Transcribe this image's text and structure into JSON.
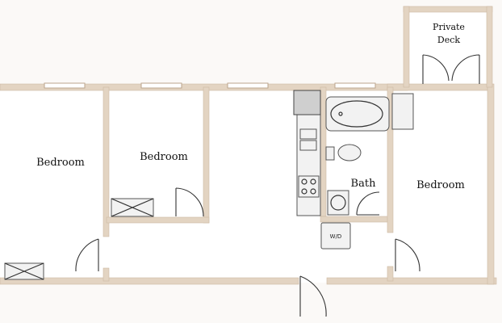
{
  "rooms": {
    "bedroom_left": "Bedroom",
    "bedroom_middle": "Bedroom",
    "bedroom_right": "Bedroom",
    "bath": "Bath",
    "deck_line1": "Private",
    "deck_line2": "Deck"
  },
  "fixtures": {
    "washer_dryer": "W/D"
  },
  "colors": {
    "wall": "#e3d4c2",
    "floor": "#ffffff",
    "background": "#fbf9f7"
  }
}
